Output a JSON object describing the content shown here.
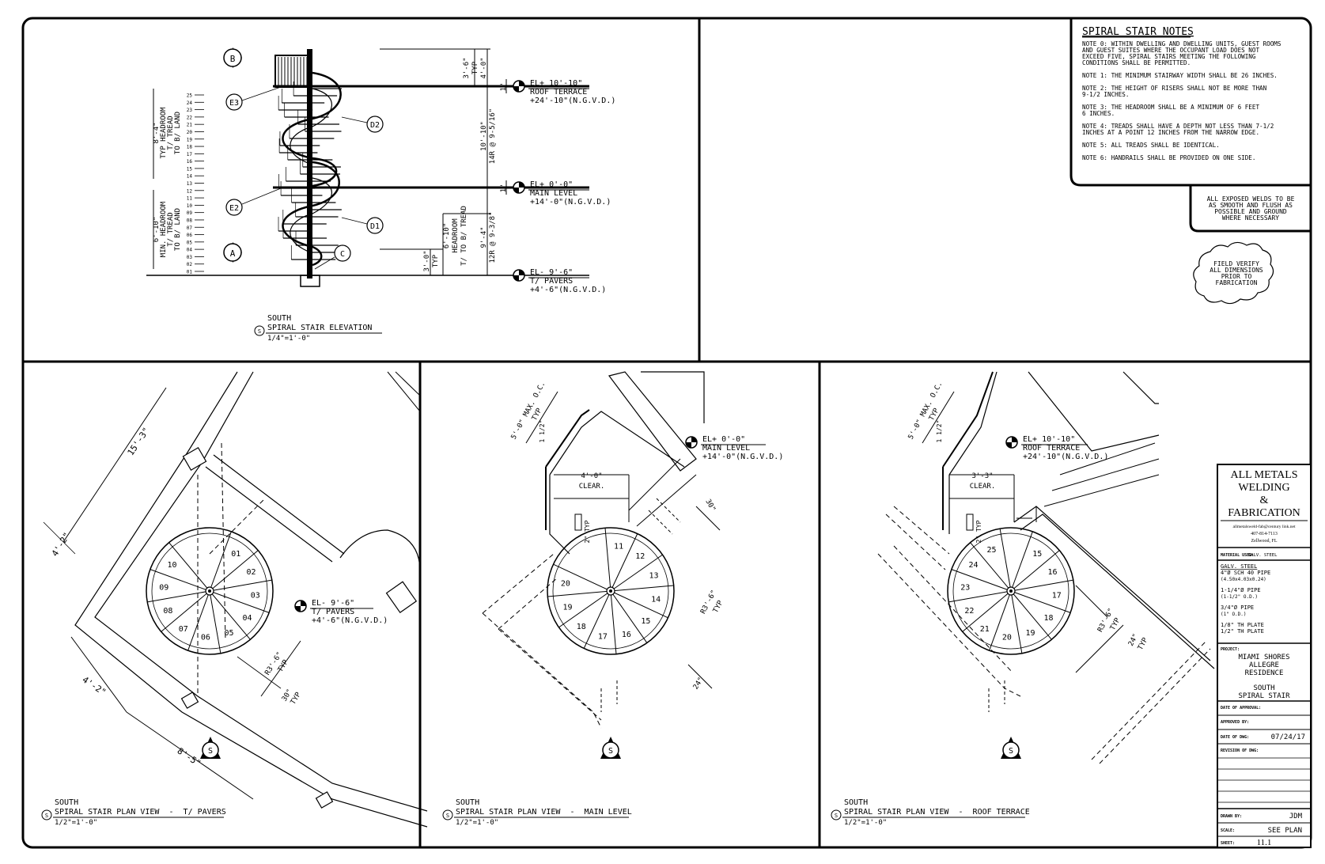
{
  "elevation": {
    "title_direction": "SOUTH",
    "title": "SPIRAL STAIR ELEVATION",
    "scale": "1/4\"=1'-0\"",
    "callout": "S",
    "grid_tags": {
      "b": "B",
      "a": "A",
      "e3": "E3",
      "e2": "E2",
      "d2": "D2",
      "d1": "D1",
      "c": "C"
    },
    "levels": [
      {
        "el": "EL+ 10'-10\"",
        "name": "ROOF TERRACE",
        "ngvd": "+24'-10\"(N.G.V.D.)"
      },
      {
        "el": "EL+ 0'-0\"",
        "name": "MAIN LEVEL",
        "ngvd": "+14'-0\"(N.G.V.D.)"
      },
      {
        "el": "EL- 9'-6\"",
        "name": "T/ PAVERS",
        "ngvd": "+4'-6\"(N.G.V.D.)"
      }
    ],
    "dims": {
      "top_typ": "3'-6\"",
      "typ": "TYP",
      "four": "4'-0\"",
      "slab1": "1\"",
      "upper_run": "10'-10\"",
      "upper_risers": "14R @ 9-5/16\"",
      "slab2": "1\"",
      "lower_run": "9'-4\"",
      "lower_risers": "12R @ 9-3/8\"",
      "lower_headroom": "6'-10\"",
      "headroom": "HEADROOM",
      "t_b_tread": "T/ TO B/ TREAD",
      "bottom_typ": "3'-0\"",
      "typ2": "TYP"
    },
    "left_notes": {
      "upper": [
        "8'-4\"",
        "TYP HEADROOM",
        "T/ TREAD",
        "TO B/ LAND"
      ],
      "lower": [
        "6'-10\"",
        "MIN. HEADROOM",
        "T/ TREAD",
        "TO B/ LAND"
      ]
    },
    "tread_numbers": [
      "25",
      "24",
      "23",
      "22",
      "21",
      "20",
      "19",
      "18",
      "17",
      "16",
      "15",
      "14",
      "13",
      "12",
      "11",
      "10",
      "09",
      "08",
      "07",
      "06",
      "05",
      "04",
      "03",
      "02",
      "01"
    ]
  },
  "notes": {
    "title": "SPIRAL STAIR NOTES",
    "items": [
      "NOTE 0: WITHIN DWELLING AND DWELLING UNITS, GUEST ROOMS",
      "AND GUEST SUITES WHERE THE OCCUPANT LOAD DOES NOT",
      "EXCEED FIVE, SPIRAL STAIRS MEETING THE FOLLOWING",
      "CONDITIONS SHALL BE PERMITTED.",
      "NOTE 1: THE MINIMUM STAIRWAY WIDTH SHALL BE 26 INCHES.",
      "NOTE 2: THE HEIGHT OF RISERS SHALL NOT BE MORE THAN",
      "9-1/2 INCHES.",
      "NOTE 3: THE HEADROOM SHALL BE A MINIMUM OF 6 FEET",
      "6 INCHES.",
      "NOTE 4: TREADS SHALL HAVE A DEPTH NOT LESS THAN 7-1/2",
      "INCHES AT A POINT 12 INCHES FROM THE NARROW EDGE.",
      "NOTE 5: ALL TREADS SHALL BE IDENTICAL.",
      "NOTE 6: HANDRAILS SHALL BE PROVIDED ON ONE SIDE."
    ],
    "welds": [
      "ALL EXPOSED WELDS TO BE",
      "AS SMOOTH AND FLUSH AS",
      "POSSIBLE AND GROUND",
      "WHERE NECESSARY"
    ],
    "field_verify": [
      "FIELD VERIFY",
      "ALL DIMENSIONS",
      "PRIOR TO",
      "FABRICATION"
    ]
  },
  "plans": [
    {
      "direction": "SOUTH",
      "title": "SPIRAL STAIR PLAN VIEW  -  T/ PAVERS",
      "scale": "1/2\"=1'-0\"",
      "callout": "S",
      "north": "S",
      "level": {
        "el": "EL- 9'-6\"",
        "name": "T/ PAVERS",
        "ngvd": "+4'-6\"(N.G.V.D.)"
      },
      "treads": [
        "01",
        "02",
        "03",
        "04",
        "05",
        "06",
        "07",
        "08",
        "09",
        "10"
      ],
      "dims": {
        "d1": "15'-3\"",
        "d2": "4'-2\"",
        "d3": "4'-2\"",
        "d4": "8'-5\"",
        "radius": "R3'-6\"",
        "typ": "TYP",
        "angle": "30\"",
        "typ2": "TYP"
      }
    },
    {
      "direction": "SOUTH",
      "title": "SPIRAL STAIR PLAN VIEW  -  MAIN LEVEL",
      "scale": "1/2\"=1'-0\"",
      "callout": "S",
      "north": "S",
      "level": {
        "el": "EL+ 0'-0\"",
        "name": "MAIN LEVEL",
        "ngvd": "+14'-0\"(N.G.V.D.)"
      },
      "treads": [
        "11",
        "12",
        "13",
        "14",
        "15",
        "16",
        "17",
        "18",
        "19",
        "20"
      ],
      "dims": {
        "spacing": "5'-0\" MAX. O.C.",
        "typ": "TYP",
        "clear": "4'-0\"",
        "clear_label": "CLEAR.",
        "angle": "30\"",
        "radius": "R3'-6\"",
        "typ2": "TYP",
        "angle2": "24\"",
        "small1": "1 1/2\"",
        "small2": "2\" TYP"
      }
    },
    {
      "direction": "SOUTH",
      "title": "SPIRAL STAIR PLAN VIEW  -  ROOF TERRACE",
      "scale": "1/2\"=1'-0\"",
      "callout": "S",
      "north": "S",
      "level": {
        "el": "EL+ 10'-10\"",
        "name": "ROOF TERRACE",
        "ngvd": "+24'-10\"(N.G.V.D.)"
      },
      "treads": [
        "15",
        "16",
        "17",
        "18",
        "19",
        "20",
        "21",
        "22",
        "23",
        "24",
        "25"
      ],
      "dims": {
        "spacing": "5'-0\" MAX. O.C.",
        "typ": "TYP",
        "clear": "3'-3\"",
        "clear_label": "CLEAR.",
        "radius": "R3'-6\"",
        "typ2": "TYP",
        "angle": "24\"",
        "typ3": "TYP",
        "small1": "1 1/2\"",
        "small2": "2\" TYP"
      }
    }
  ],
  "title_block": {
    "company": [
      "ALL METALS",
      "WELDING",
      "&",
      "FABRICATION"
    ],
    "contact": [
      "allmetalsweld-fab@century link.net",
      "407-814-7113",
      "Zellwood, FL"
    ],
    "material_used_label": "MATERIAL USED:",
    "material_used": "GALV. STEEL",
    "materials": [
      "GALV. STEEL",
      "4\"Ø SCH 40 PIPE",
      "(4.50x4.03x0.24)",
      "1-1/4\"Ø PIPE",
      "(1-1/2\" O.D.)",
      "3/4\"Ø PIPE",
      "(1\" O.D.)",
      "1/8\" TH PLATE",
      "1/2\" TH PLATE"
    ],
    "project_label": "PROJECT:",
    "project": [
      "MIAMI SHORES",
      "ALLEGRE",
      "RESIDENCE"
    ],
    "drawing": [
      "SOUTH",
      "SPIRAL STAIR"
    ],
    "date_of_approval_label": "DATE OF APPROVAL:",
    "approved_by_label": "APPROVED BY:",
    "date_of_dwg_label": "DATE OF DWG:",
    "date_of_dwg": "07/24/17",
    "revision_label": "REVISION OF DWG:",
    "drawn_by_label": "DRAWN BY:",
    "drawn_by": "JDM",
    "scale_label": "SCALE:",
    "scale": "SEE PLAN",
    "sheet_label": "SHEET:",
    "sheet": "11.1"
  }
}
